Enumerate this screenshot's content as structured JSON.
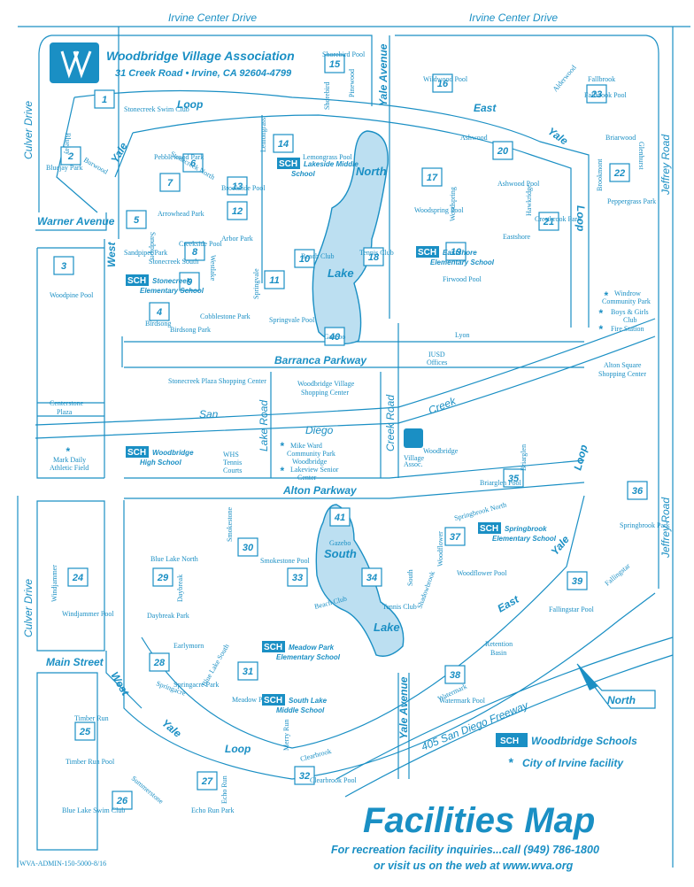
{
  "org": {
    "name": "Woodbridge Village Association",
    "address": "31 Creek Road • Irvine, CA 92604-4799"
  },
  "roads": {
    "irvine_center_left": "Irvine Center Drive",
    "irvine_center_right": "Irvine Center Drive",
    "culver_top": "Culver Drive",
    "culver_bottom": "Culver Drive",
    "jeffrey_top": "Jeffrey Road",
    "jeffrey_bottom": "Jeffrey Road",
    "warner": "Warner Avenue",
    "barranca": "Barranca Parkway",
    "alton": "Alton Parkway",
    "main": "Main Street",
    "yale_ave_top": "Yale Avenue",
    "yale_ave_bottom": "Yale Avenue",
    "loop_nw": "Loop",
    "east_n": "East",
    "yale_nw": "Yale",
    "yale_ne": "Yale",
    "loop_ne": "Loop",
    "west_n": "West",
    "san": "San",
    "diego": "Diego",
    "creek": "Creek",
    "lake_road": "Lake Road",
    "creek_road": "Creek Road",
    "loop_se": "Loop",
    "yale_se": "Yale",
    "east_s": "East",
    "west_s": "West",
    "yale_sw": "Yale",
    "loop_sw": "Loop",
    "freeway": "405 San Diego Freeway",
    "lyon": "Lyon"
  },
  "lakes": {
    "north_a": "North",
    "north_b": "Lake",
    "south_a": "South",
    "south_b": "Lake"
  },
  "facilities": [
    {
      "num": "1",
      "label": "Stonecreek Swim Club"
    },
    {
      "num": "2",
      "label": "Bluejay Park"
    },
    {
      "num": "3",
      "label": "Woodpine Pool"
    },
    {
      "num": "4",
      "label": "Birdsong Park"
    },
    {
      "num": "5",
      "label": "Sandpiper Park"
    },
    {
      "num": "6",
      "label": "Pebblewood Park"
    },
    {
      "num": "7",
      "label": "Arrowhead Park"
    },
    {
      "num": "8",
      "label": "Creekside Pool"
    },
    {
      "num": "9",
      "label": "Cobblestone Park"
    },
    {
      "num": "10",
      "label": "Beach Club"
    },
    {
      "num": "11",
      "label": "Springvale Pool"
    },
    {
      "num": "12",
      "label": "Arbor Park"
    },
    {
      "num": "13",
      "label": "Brookside Pool"
    },
    {
      "num": "14",
      "label": "Lemongrass Pool"
    },
    {
      "num": "15",
      "label": "Shorebird Pool"
    },
    {
      "num": "16",
      "label": "Wildwood Pool"
    },
    {
      "num": "17",
      "label": "Woodspring Pool"
    },
    {
      "num": "18",
      "label": "Tennis Club"
    },
    {
      "num": "19",
      "label": "Firwood Pool"
    },
    {
      "num": "20",
      "label": "Ashwood Pool"
    },
    {
      "num": "21",
      "label": "Crestbrook Park"
    },
    {
      "num": "22",
      "label": "Peppergrass Park"
    },
    {
      "num": "23",
      "label": "Fallbrook Pool"
    },
    {
      "num": "24",
      "label": "Windjammer Pool"
    },
    {
      "num": "25",
      "label": "Timber Run Pool"
    },
    {
      "num": "26",
      "label": "Blue Lake Swim Club"
    },
    {
      "num": "27",
      "label": "Echo Run Park"
    },
    {
      "num": "28",
      "label": "Springacre Park"
    },
    {
      "num": "29",
      "label": "Daybreak Park"
    },
    {
      "num": "30",
      "label": "Smokestone Pool"
    },
    {
      "num": "31",
      "label": "Meadow Pool"
    },
    {
      "num": "32",
      "label": "Clearbrook Pool"
    },
    {
      "num": "33",
      "label": "Beach Club"
    },
    {
      "num": "34",
      "label": "Tennis Club"
    },
    {
      "num": "35",
      "label": "Briarglen Pool"
    },
    {
      "num": "36",
      "label": "Springbrook Park"
    },
    {
      "num": "37",
      "label": "Woodflower Pool"
    },
    {
      "num": "38",
      "label": "Watermark Pool"
    },
    {
      "num": "39",
      "label": "Fallingstar Pool"
    },
    {
      "num": "40",
      "label": "Gazebo"
    },
    {
      "num": "41",
      "label": "Gazebo"
    }
  ],
  "schools": [
    {
      "tag": "SCH",
      "name_a": "Lakeside Middle",
      "name_b": "School"
    },
    {
      "tag": "SCH",
      "name_a": "Eastshore",
      "name_b": "Elementary School"
    },
    {
      "tag": "SCH",
      "name_a": "Stonecreek",
      "name_b": "Elementary School"
    },
    {
      "tag": "SCH",
      "name_a": "Woodbridge",
      "name_b": "High School"
    },
    {
      "tag": "SCH",
      "name_a": "Springbrook",
      "name_b": "Elementary School"
    },
    {
      "tag": "SCH",
      "name_a": "Meadow Park",
      "name_b": "Elementary School"
    },
    {
      "tag": "SCH",
      "name_a": "South Lake",
      "name_b": "Middle School"
    }
  ],
  "places": {
    "stonecreek_plaza": "Stonecreek Plaza Shopping Center",
    "woodbridge_center_a": "Woodbridge Village",
    "woodbridge_center_b": "Shopping Center",
    "centerstone_a": "Centerstone",
    "centerstone_b": "Plaza",
    "mark_daily_a": "Mark Daily",
    "mark_daily_b": "Athletic Field",
    "whs_a": "WHS",
    "whs_b": "Tennis",
    "whs_c": "Courts",
    "mike_ward_a": "Mike Ward",
    "mike_ward_b": "Community Park",
    "mike_ward_c": "Woodbridge",
    "lakeview_a": "Lakeview Senior",
    "lakeview_b": "Center",
    "iusd_a": "IUSD",
    "iusd_b": "Offices",
    "alton_square_a": "Alton Square",
    "alton_square_b": "Shopping Center",
    "windrow_a": "Windrow",
    "windrow_b": "Community Park",
    "boys_girls_a": "Boys & Girls",
    "boys_girls_b": "Club",
    "fire_station": "Fire Station",
    "wva_a": "Woodbridge",
    "wva_b": "Village",
    "wva_c": "Assoc.",
    "retention_a": "Retention",
    "retention_b": "Basin"
  },
  "streets": {
    "burwood": "Burwood",
    "bluejay": "Bluejay",
    "stonecreek_north": "Stonecreek North",
    "stonecreek_south": "Stonecreek South",
    "sandpiper": "Sandpiper",
    "westlake": "Westlake",
    "springvale": "Springvale",
    "birdsong": "Birdsong",
    "lemongrass": "Lemongrass",
    "shorebird": "Shorebird",
    "pinewood": "Pinewood",
    "alderwood": "Alderwood",
    "fallbrook": "Fallbrook",
    "briarwood": "Briarwood",
    "glenhurst": "Glenhurst",
    "brookmont": "Brookmont",
    "ashwood": "Ashwood",
    "woodspring": "Woodspring",
    "hawkridge": "Hawkridge",
    "eastshore": "Eastshore",
    "briarglen": "Briarglen",
    "springbrook_north": "Springbrook North",
    "woodflower": "Woodflower",
    "southlake": "South",
    "fallingstar": "Fallingstar",
    "smokestone": "Smokestone",
    "blue_lake_north": "Blue Lake North",
    "daybreak": "Daybreak",
    "windjammer": "Windjammer",
    "earlymorn": "Earlymorn",
    "blue_lake_south": "Blue Lake South",
    "springacre": "Springacre",
    "timber_run": "Timber Run",
    "summerstone": "Summerstone",
    "echo_run": "Echo Run",
    "clearbrook": "Clearbrook",
    "merry_run": "Merry Run",
    "watermark": "Watermark",
    "beach_club_rd": "Beach Club",
    "shadowbrook": "Shadowbrook"
  },
  "legend": {
    "sch_tag": "SCH",
    "sch_label": "Woodbridge Schools",
    "star_label": "City of Irvine facility",
    "north": "North"
  },
  "footer": {
    "title": "Facilities Map",
    "line1": "For recreation facility inquiries...call (949) 786-1800",
    "line2": "or visit us on the web at www.wva.org",
    "code": "WVA-ADMIN-150-5000-8/16"
  },
  "colors": {
    "ink": "#1a8fc4",
    "lake": "#bcdff1"
  }
}
